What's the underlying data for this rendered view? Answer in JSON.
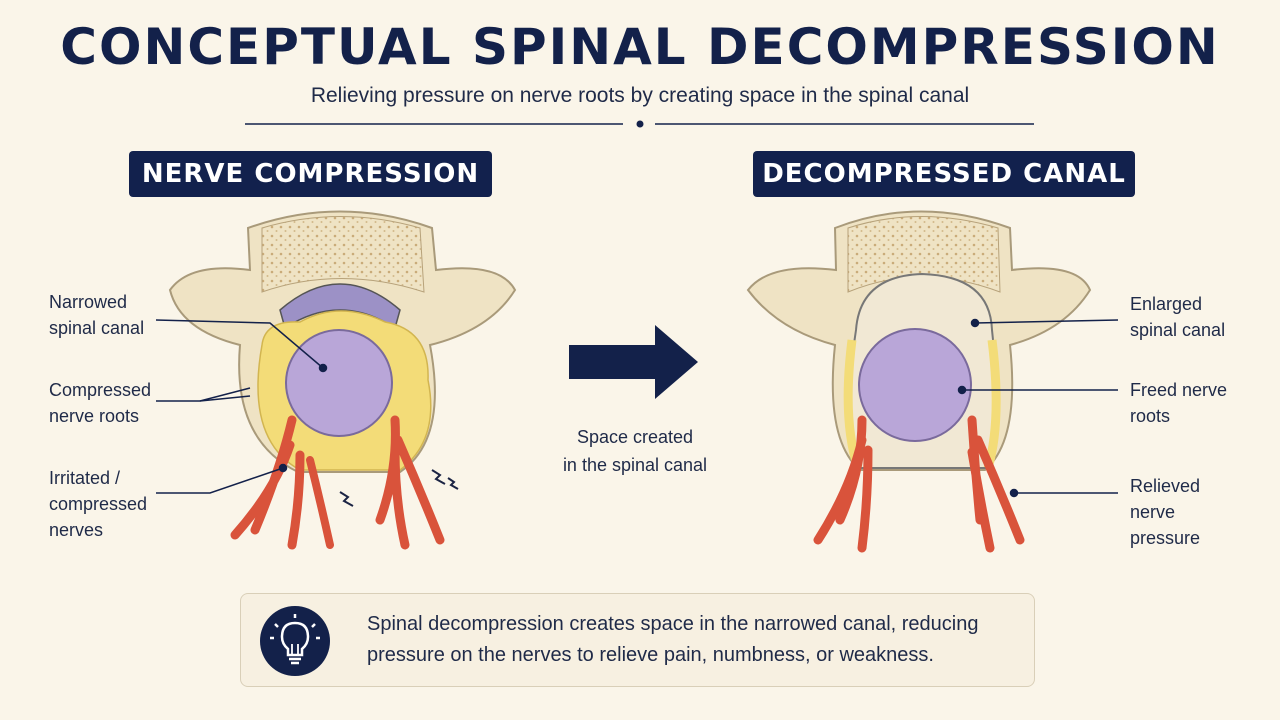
{
  "header": {
    "title": "CONCEPTUAL SPINAL DECOMPRESSION",
    "subtitle": "Relieving pressure on nerve roots by creating space in the spinal canal"
  },
  "left_panel": {
    "heading": "NERVE COMPRESSION",
    "labels": {
      "narrowed": "Narrowed\nspinal canal",
      "compressed_roots": "Compressed\nnerve roots",
      "irritated": "Irritated /\ncompressed\nnerves"
    }
  },
  "right_panel": {
    "heading": "DECOMPRESSED CANAL",
    "labels": {
      "enlarged": "Enlarged\nspinal canal",
      "freed": "Freed nerve\nroots",
      "relieved": "Relieved\nnerve\npressure"
    }
  },
  "transition": {
    "note": "Space created\nin the spinal canal"
  },
  "info": {
    "text": "Spinal decompression creates space in the narrowed canal, reducing pressure on the nerves to relieve pain, numbness, or weakness.",
    "icon": "lightbulb-icon"
  },
  "colors": {
    "navy": "#13214a",
    "bone": "#efe3c4",
    "cord": "#b9a6d8",
    "tissue": "#f3dc78",
    "nerve": "#d9533b"
  }
}
